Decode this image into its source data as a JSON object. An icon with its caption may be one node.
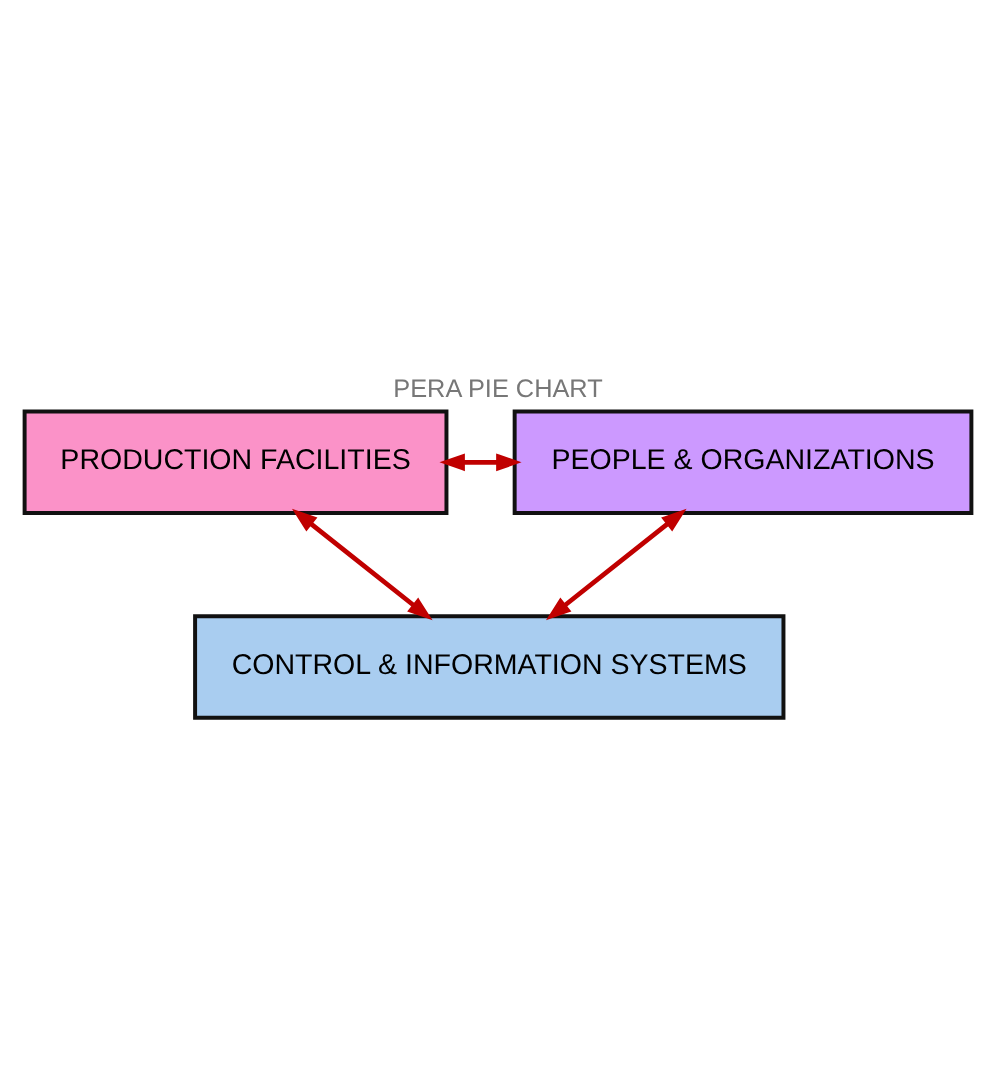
{
  "diagram": {
    "title": "PERA PIE CHART",
    "nodes": [
      {
        "text": [
          "PRODUCTION FACILITIES"
        ]
      },
      {
        "text": [
          "PEOPLE & ORGANIZATIONS"
        ]
      },
      {
        "text": [
          "CONTROL & INFORMATION SYSTEMS"
        ]
      }
    ],
    "edges": [
      {
        "from": 0,
        "to": 1,
        "arrow": "both"
      },
      {
        "from": 0,
        "to": 2,
        "arrow": "both"
      },
      {
        "from": 1,
        "to": 2,
        "arrow": "both"
      }
    ]
  }
}
